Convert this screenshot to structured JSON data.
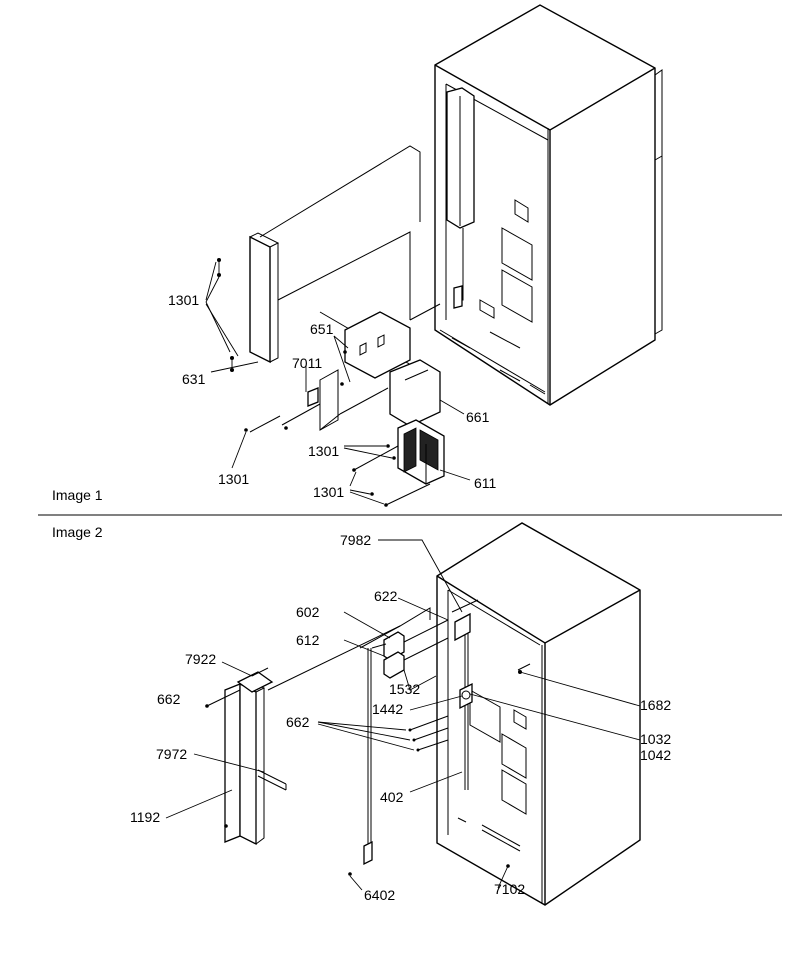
{
  "sections": {
    "image1": "Image 1",
    "image2": "Image 2"
  },
  "image1_labels": {
    "p1301_a": "1301",
    "p631": "631",
    "p651": "651",
    "p7011": "7011",
    "p661": "661",
    "p1301_b": "1301",
    "p1301_c": "1301",
    "p1301_d": "1301",
    "p611": "611"
  },
  "image2_labels": {
    "p7982": "7982",
    "p622": "622",
    "p602": "602",
    "p612": "612",
    "p7922": "7922",
    "p662_a": "662",
    "p1532": "1532",
    "p1682": "1682",
    "p1442": "1442",
    "p662_b": "662",
    "p1032": "1032",
    "p1042": "1042",
    "p7972": "7972",
    "p402": "402",
    "p1192": "1192",
    "p6402": "6402",
    "p7102": "7102"
  }
}
